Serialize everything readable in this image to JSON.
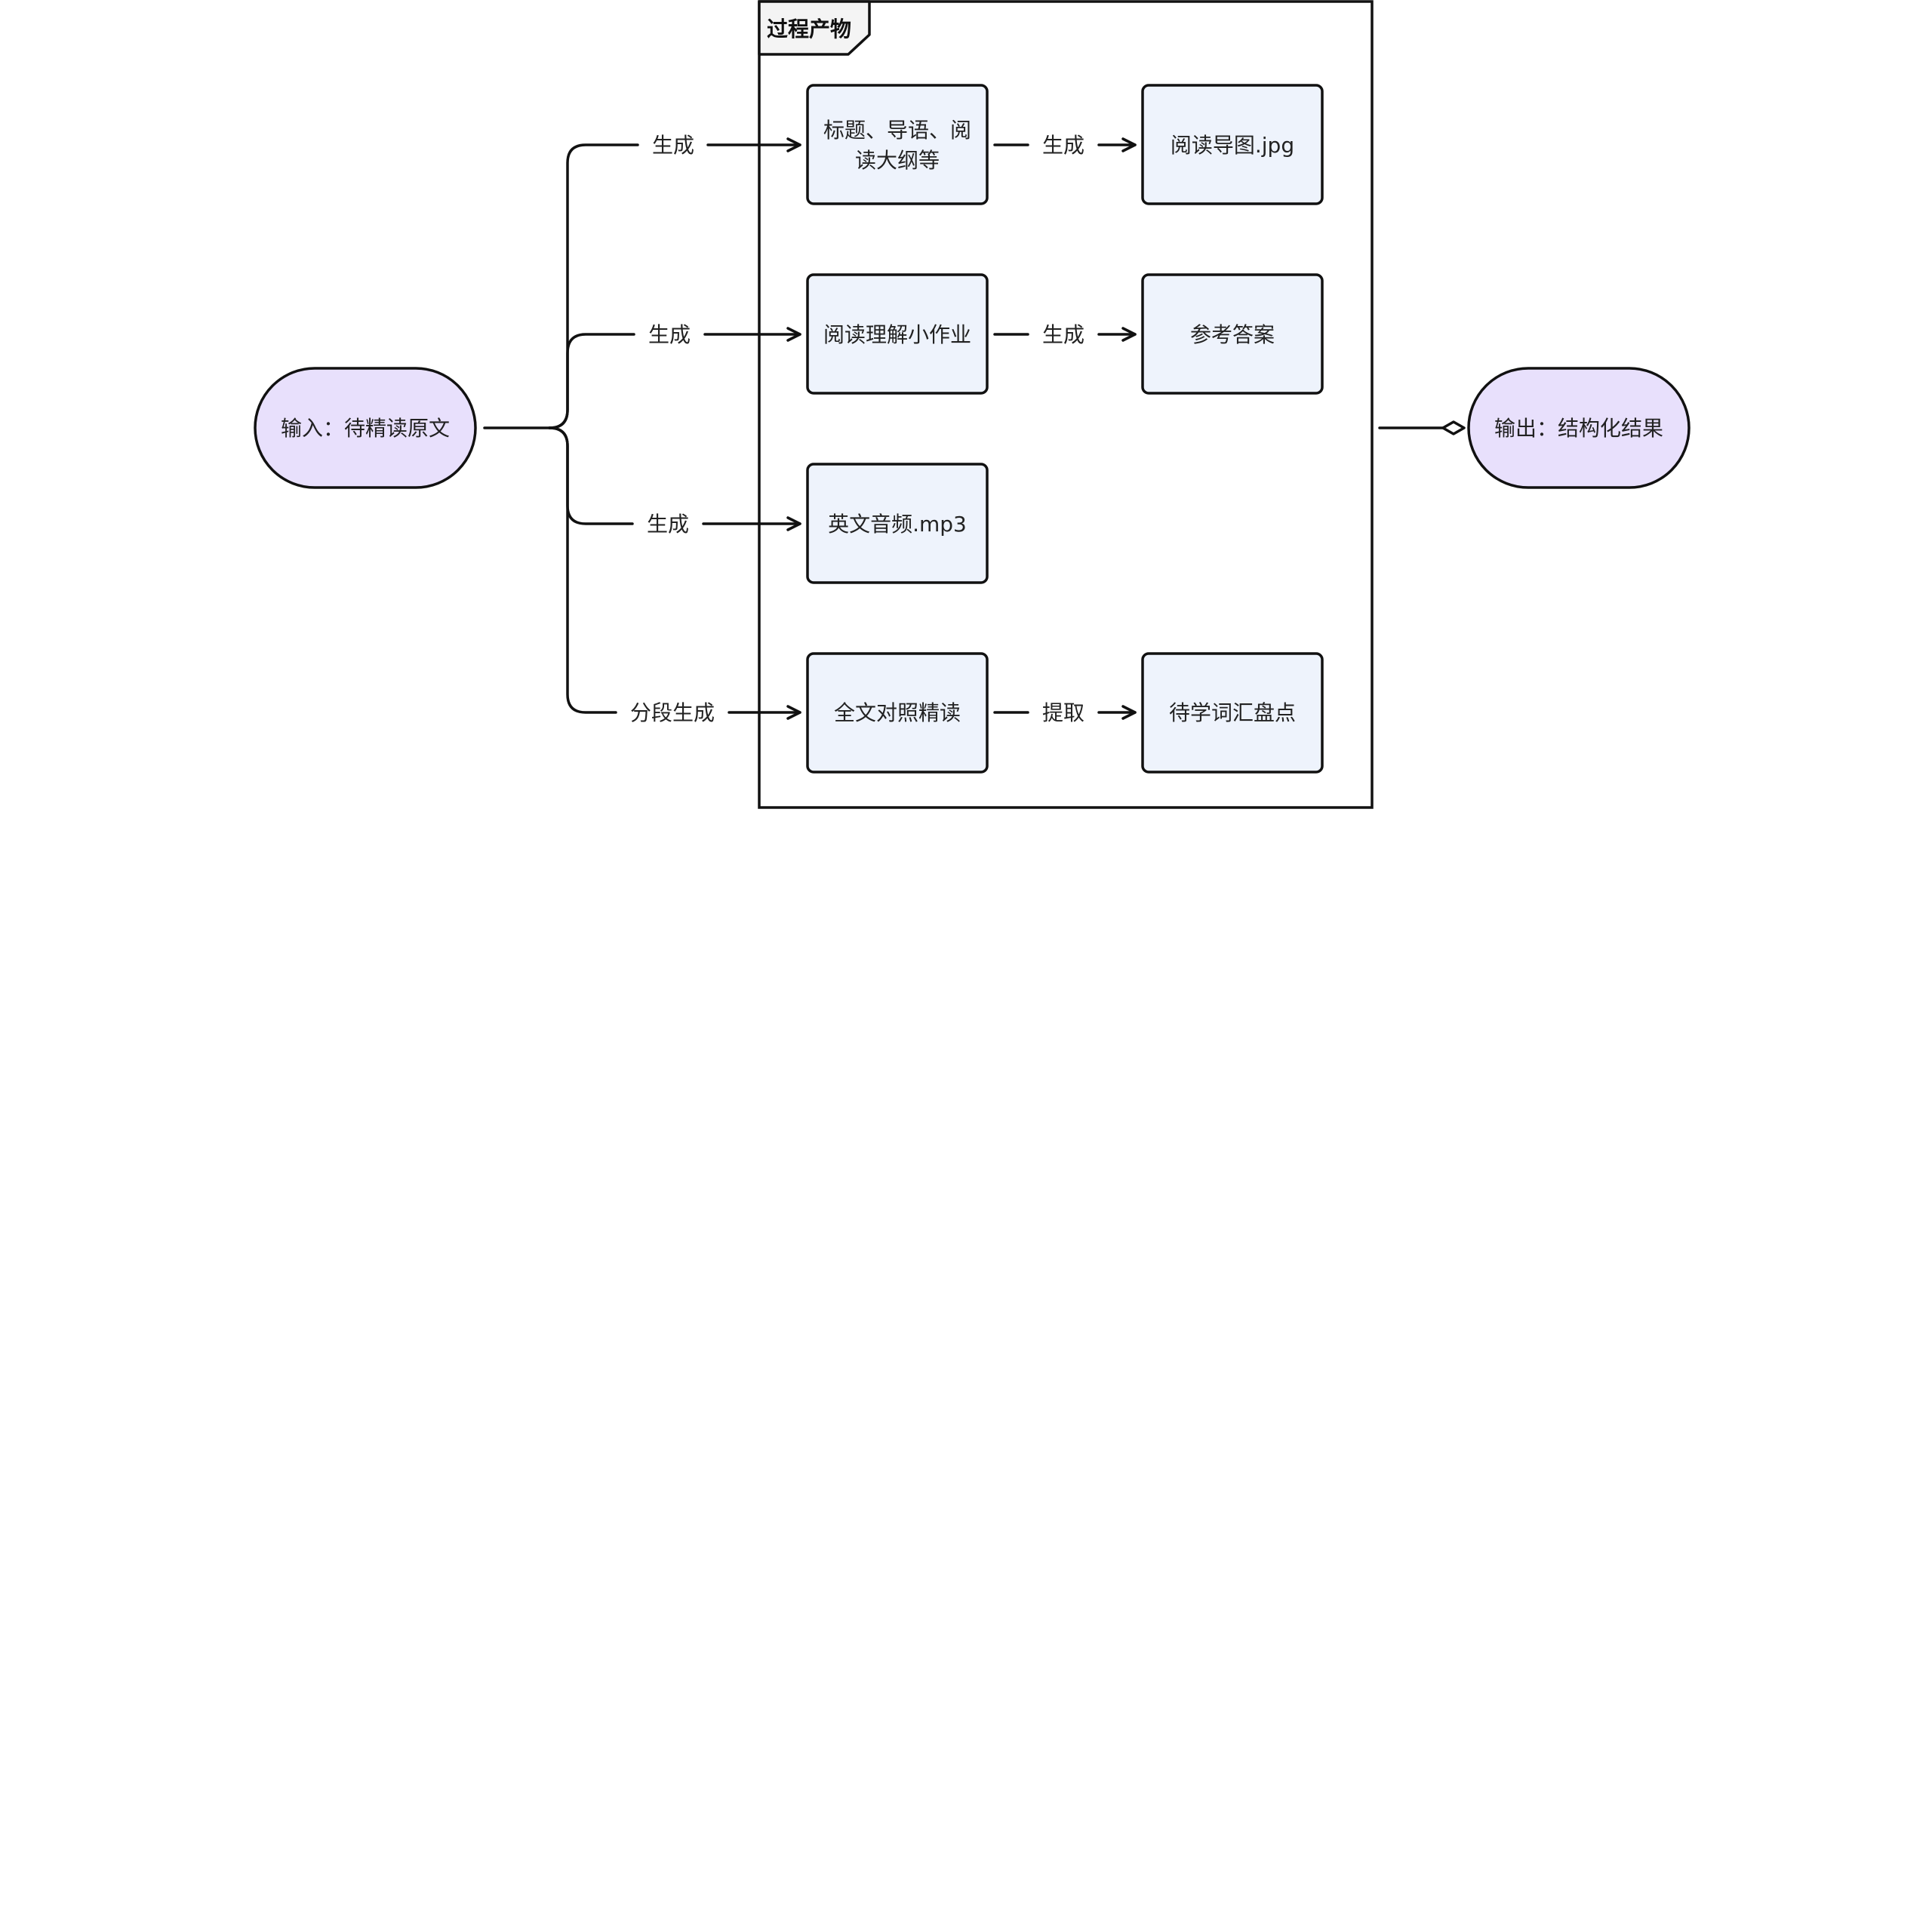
{
  "input_node": {
    "label": "输入：待精读原文"
  },
  "output_node": {
    "label": "输出：结构化结果"
  },
  "group": {
    "title": "过程产物"
  },
  "nodes": {
    "title_outline": {
      "lines": [
        "标题、导语、阅",
        "读大纲等"
      ]
    },
    "mindmap": {
      "label": "阅读导图.jpg"
    },
    "homework": {
      "label": "阅读理解小作业"
    },
    "answers": {
      "label": "参考答案"
    },
    "audio": {
      "label": "英文音频.mp3"
    },
    "full_text": {
      "label": "全文对照精读"
    },
    "vocab": {
      "label": "待学词汇盘点"
    }
  },
  "edge_labels": {
    "gen_1": "生成",
    "gen_2": "生成",
    "gen_3": "生成",
    "gen_segmented": "分段生成",
    "gen_mindmap": "生成",
    "gen_answers": "生成",
    "extract": "提取"
  },
  "colors": {
    "terminal_fill": "#e8e0fc",
    "process_fill": "#eef3fc",
    "group_fill": "#ffffff",
    "title_tab_fill": "#f4f4f4",
    "stroke": "#111111"
  }
}
